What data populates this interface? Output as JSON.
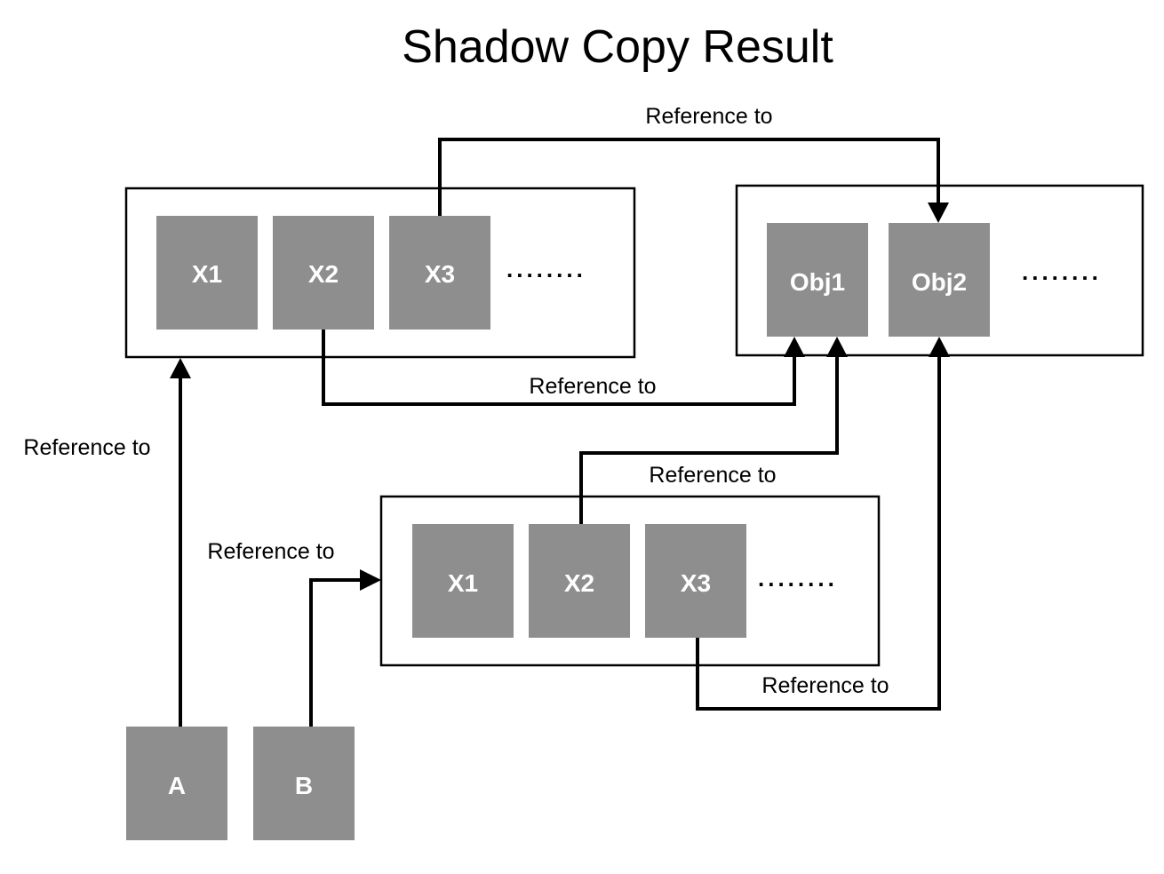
{
  "title": "Shadow Copy Result",
  "copy_a": {
    "cells": [
      "X1",
      "X2",
      "X3"
    ],
    "ellipsis": "........"
  },
  "objects": {
    "cells": [
      "Obj1",
      "Obj2"
    ],
    "ellipsis": "........"
  },
  "copy_b": {
    "cells": [
      "X1",
      "X2",
      "X3"
    ],
    "ellipsis": "........"
  },
  "variables": [
    "A",
    "B"
  ],
  "edge_labels": {
    "a_x3_to_obj2": "Reference to",
    "a_x2_to_obj1": "Reference to",
    "var_a_to_list": "Reference to",
    "b_x2_to_obj1": "Reference to",
    "var_b_to_list": "Reference to",
    "b_x3_to_obj2": "Reference to"
  },
  "colors": {
    "cell_fill": "#8e8e8e",
    "stroke": "#000000",
    "background": "#ffffff"
  }
}
